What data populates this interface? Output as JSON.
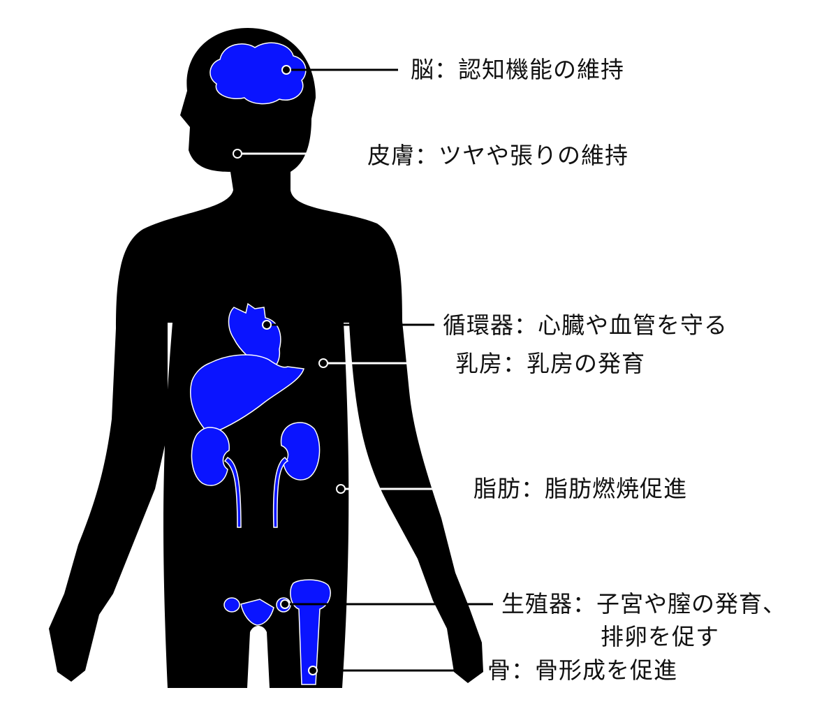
{
  "colors": {
    "body": "#000000",
    "organ": "#0a14ff",
    "line": "#000000"
  },
  "labels": {
    "brain": "脳：認知機能の維持",
    "skin": "皮膚：ツヤや張りの維持",
    "circulatory": "循環器：心臓や血管を守る",
    "breast": "乳房：乳房の発育",
    "fat": "脂肪：脂肪燃焼促進",
    "reproductive_line1": "生殖器：子宮や膣の発育、",
    "reproductive_line2": "排卵を促す",
    "bone": "骨：骨形成を促進"
  }
}
